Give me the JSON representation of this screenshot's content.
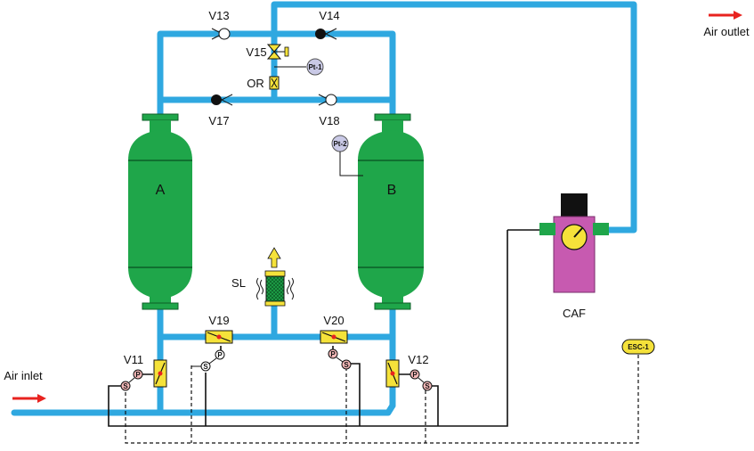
{
  "labels": {
    "air_outlet": "Air outlet",
    "air_inlet": "Air inlet",
    "tank_a": "A",
    "tank_b": "B",
    "caf": "CAF",
    "sl": "SL",
    "or": "OR",
    "esc": "ESC-1",
    "pt1": "Pt-1",
    "pt2": "Pt-2"
  },
  "valves": {
    "v11": "V11",
    "v12": "V12",
    "v13": "V13",
    "v14": "V14",
    "v15": "V15",
    "v17": "V17",
    "v18": "V18",
    "v19": "V19",
    "v20": "V20"
  },
  "pilot_symbols": {
    "p": "P",
    "s": "S"
  },
  "colors": {
    "pipe": "#2fa8e0",
    "tank": "#1fa64a",
    "valve": "#f5e23a",
    "caf_body": "#c75ab0",
    "arrow": "#e8231f"
  }
}
